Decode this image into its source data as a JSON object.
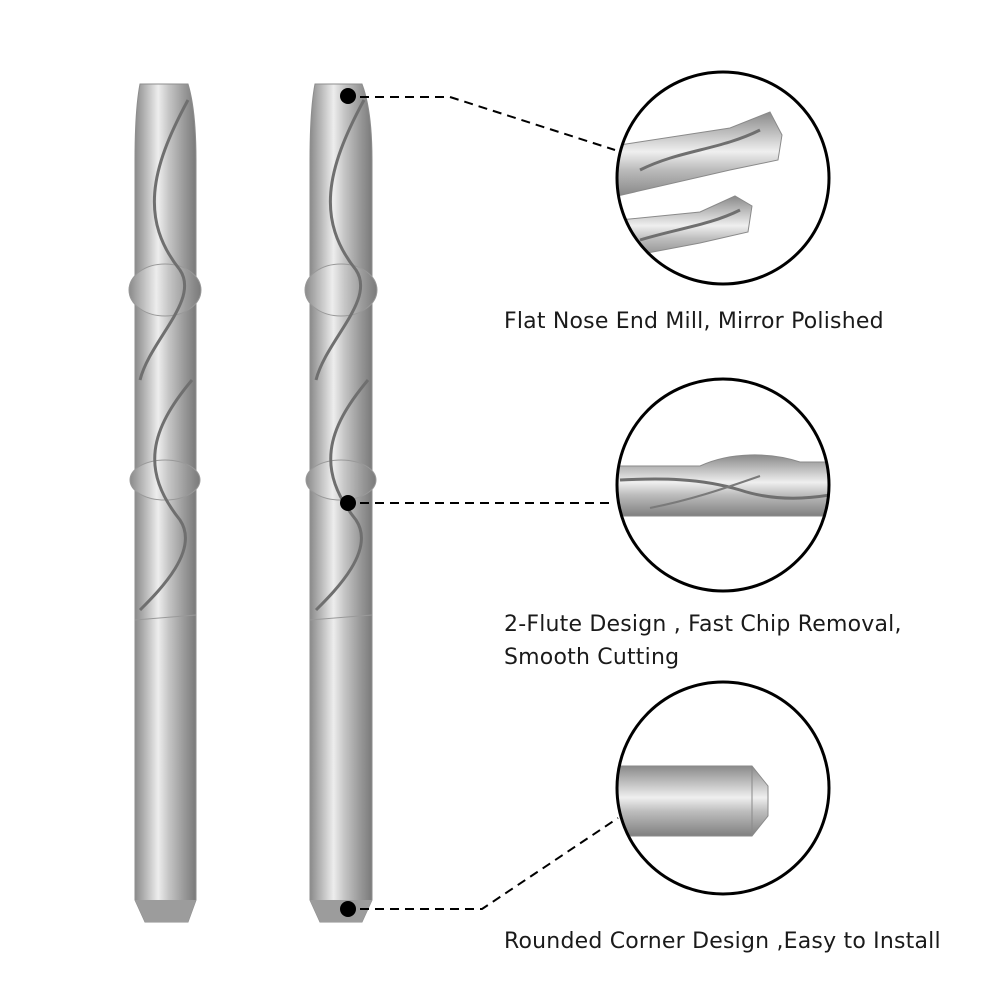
{
  "features": [
    {
      "id": "flat-nose",
      "lines": [
        "Flat Nose End Mill, Mirror Polished"
      ]
    },
    {
      "id": "two-flute",
      "lines": [
        "2-Flute Design , Fast Chip Removal,",
        "Smooth Cutting"
      ]
    },
    {
      "id": "rounded-corner",
      "lines": [
        "Rounded Corner Design ,Easy to Install"
      ]
    }
  ],
  "colors": {
    "background": "#ffffff",
    "steel_dark": "#7d7d7d",
    "steel_mid": "#b4b4b4",
    "steel_light": "#e6e6e6",
    "callout": "#000000",
    "text": "#1a1a1a"
  }
}
